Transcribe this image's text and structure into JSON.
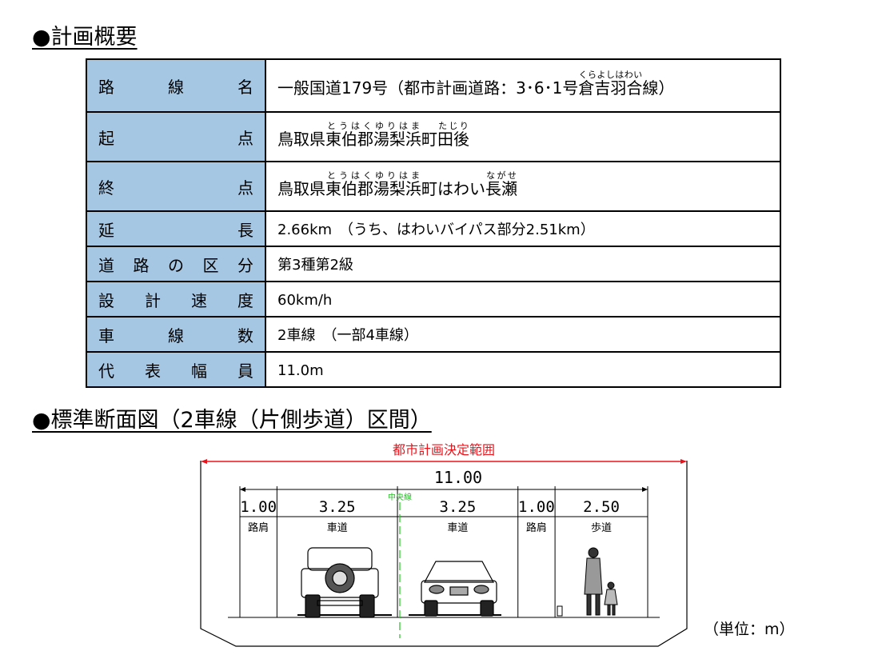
{
  "overview": {
    "heading": "●計画概要",
    "rows": [
      {
        "label": [
          "路",
          "線",
          "名"
        ],
        "value_pre": "一般国道179号（都市計画道路：3･6･1号 ",
        "value_ruby": "倉吉羽合",
        "value_ruby_rt": "くらよしはわい",
        "value_post": "線）"
      },
      {
        "label": [
          "起",
          "点"
        ],
        "parts": [
          {
            "t": "鳥取県"
          },
          {
            "t": "東伯郡",
            "rt": "とうはく"
          },
          {
            "t": "湯梨浜",
            "rt": "ゆりはま"
          },
          {
            "t": "町"
          },
          {
            "t": "田後",
            "rt": "たじり"
          }
        ]
      },
      {
        "label": [
          "終",
          "点"
        ],
        "parts": [
          {
            "t": "鳥取県"
          },
          {
            "t": "東伯郡",
            "rt": "とうはく"
          },
          {
            "t": "湯梨浜",
            "rt": "ゆりはま"
          },
          {
            "t": "町はわい"
          },
          {
            "t": "長瀬",
            "rt": "ながせ"
          }
        ]
      },
      {
        "label": [
          "延",
          "長"
        ],
        "value": "2.66km　（うち、はわいバイパス部分2.51km）"
      },
      {
        "label": [
          "道",
          "路",
          "の",
          "区",
          "分"
        ],
        "value": "第3種第2級"
      },
      {
        "label": [
          "設",
          "計",
          "速",
          "度"
        ],
        "value": "60km/h"
      },
      {
        "label": [
          "車",
          "線",
          "数"
        ],
        "value": "2車線　（一部4車線）"
      },
      {
        "label": [
          "代",
          "表",
          "幅",
          "員"
        ],
        "value": "11.0m"
      }
    ]
  },
  "section": {
    "heading": "●標準断面図（2車線（片側歩道）区間）",
    "planning_range_label": "都市計画決定範囲",
    "total_width": "11.00",
    "center_line_label": "中央線",
    "segments": [
      {
        "width": "1.00",
        "label": "路肩"
      },
      {
        "width": "3.25",
        "label": "車道"
      },
      {
        "width": "3.25",
        "label": "車道"
      },
      {
        "width": "1.00",
        "label": "路肩"
      },
      {
        "width": "2.50",
        "label": "歩道"
      }
    ],
    "unit_note": "（単位：m）",
    "colors": {
      "planning_range": "#e8141c",
      "center_line": "#22c022",
      "label_bg": "#a6c7e4"
    }
  }
}
